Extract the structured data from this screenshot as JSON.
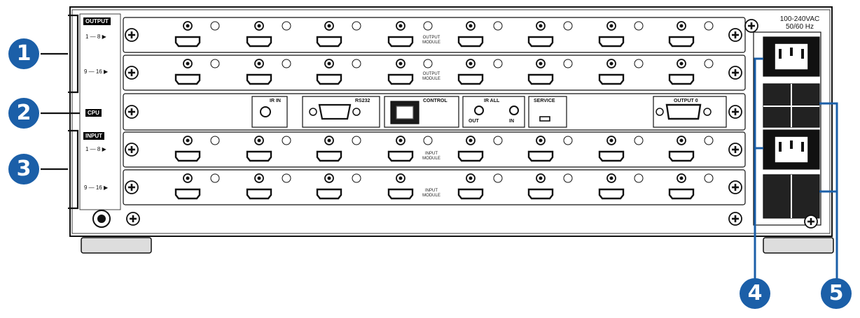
{
  "labels": {
    "output_tag": "OUTPUT",
    "input_tag": "INPUT",
    "cpu_tag": "CPU",
    "range_1_8": "1 — 8 ▶",
    "range_9_16": "9 — 16 ▶",
    "output_module": "OUTPUT MODULE",
    "input_module": "INPUT MODULE",
    "ir_in": "IR IN",
    "rs232": "RS232",
    "control": "CONTROL",
    "ir_all": "IR ALL",
    "ir_out": "OUT",
    "ir_in_small": "IN",
    "service": "SERVICE",
    "output_0": "OUTPUT 0",
    "power_rating": "100-240VAC",
    "power_freq": "50/60 Hz"
  },
  "callouts": [
    "1",
    "2",
    "3",
    "4",
    "5"
  ],
  "colors": {
    "callout_fill": "#1b5fa8",
    "line": "#111111",
    "panel": "#ffffff"
  }
}
